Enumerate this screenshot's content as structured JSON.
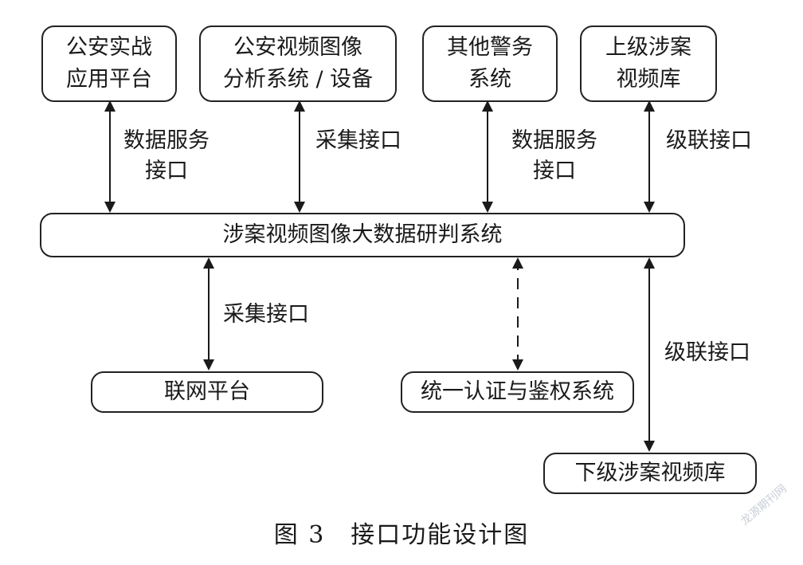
{
  "top_boxes": {
    "public_security": [
      "公安实战",
      "应用平台"
    ],
    "video_analysis": [
      "公安视频图像",
      "分析系统 / 设备"
    ],
    "other_police": [
      "其他警务",
      "系统"
    ],
    "upper_case_db": [
      "上级涉案",
      "视频库"
    ]
  },
  "central_system": "涉案视频图像大数据研判系统",
  "bottom_boxes": {
    "networking_platform": "联网平台",
    "auth_system": "统一认证与鉴权系统",
    "lower_case_db": "下级涉案视频库"
  },
  "connector_labels": {
    "data_service_1": [
      "数据服务",
      "接口"
    ],
    "collection_top": "采集接口",
    "data_service_2": [
      "数据服务",
      "接口"
    ],
    "cascade_top": "级联接口",
    "collection_bottom": "采集接口",
    "cascade_bottom": "级联接口"
  },
  "caption": "图 3　接口功能设计图",
  "watermark": "龙源期刊网"
}
